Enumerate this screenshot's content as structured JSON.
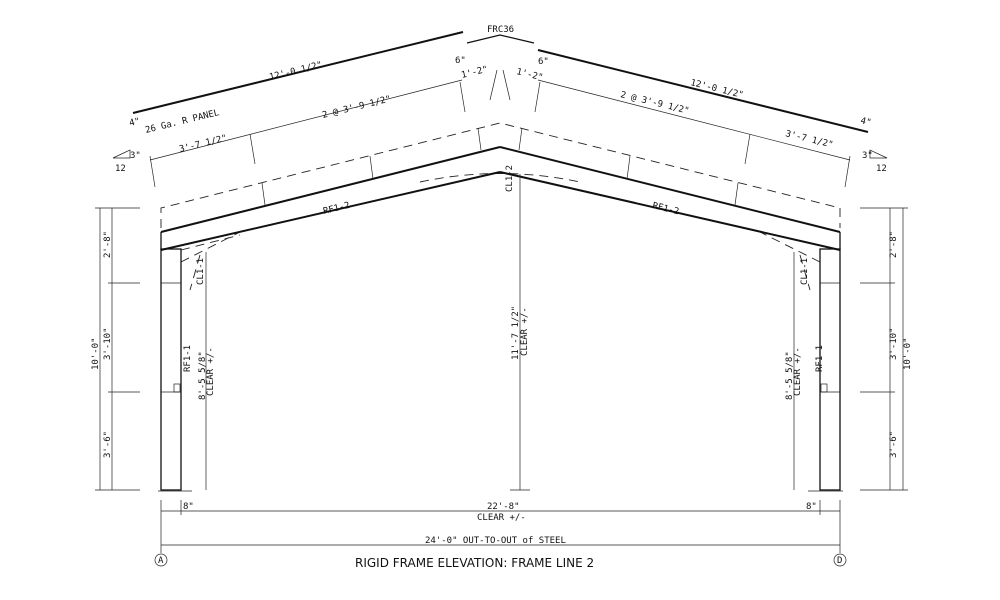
{
  "title": "RIGID FRAME ELEVATION: FRAME LINE 2",
  "ridge_cap": "FRC36",
  "panel": "26 Ga. R PANEL",
  "roof": {
    "left_panel_length": "12'-0 1/2\"",
    "right_panel_length": "12'-0 1/2\"",
    "overhang_eave": "4\"",
    "overhang_ridge": "6\"",
    "purlin_spacing": "2 @ 3'-9 1/2\"",
    "purlin_end": "3'-7 1/2\"",
    "purlin_ridge": "1'-2\"",
    "slope_rise": "3\"",
    "slope_run": "12"
  },
  "members": {
    "rafter": "RF1-2",
    "column": "RF1-1",
    "clip_eave": "CL1-1",
    "clip_ridge": "CL1-2"
  },
  "dims": {
    "eave_height": "10'-0\"",
    "seg_top": "2'-8\"",
    "seg_mid": "3'-10\"",
    "seg_bottom": "3'-6\"",
    "side_clear": "8'-5 5/8\"",
    "center_clear": "11'-7 1/2\"",
    "clear_label": "CLEAR +/-",
    "column_depth": "8\"",
    "clear_span": "22'-8\"",
    "overall_width": "24'-0\" OUT-TO-OUT of STEEL"
  },
  "grid_lines": [
    "A",
    "D"
  ]
}
